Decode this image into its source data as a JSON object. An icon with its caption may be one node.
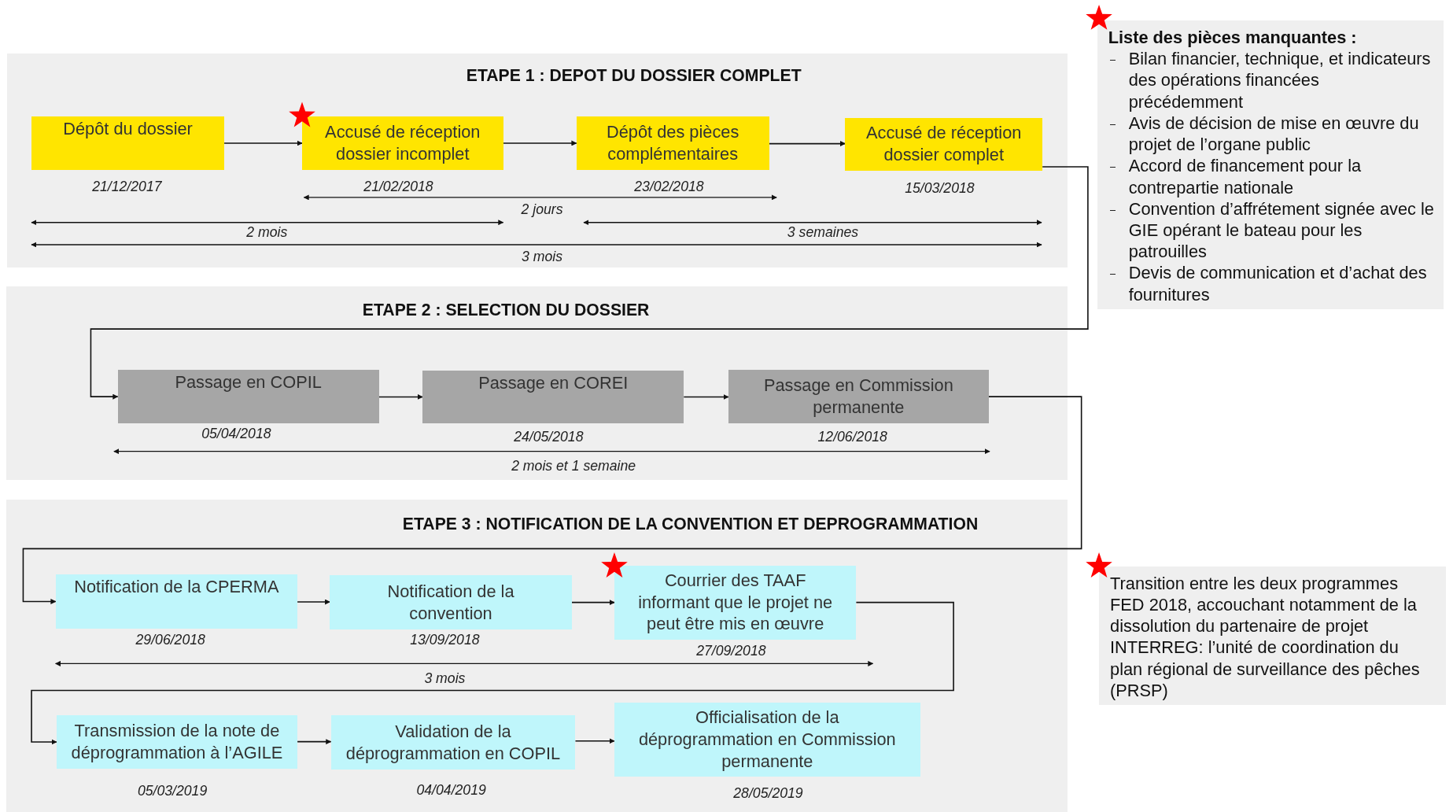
{
  "diagram": {
    "nodes": [
      {
        "text": [
          "ETAPE 1 : DEPOT DU DOSSIER COMPLET"
        ]
      },
      {
        "text": [
          "Dépôt du dossier"
        ],
        "in": 0,
        "beside": [
          "21/12/2017"
        ]
      },
      {
        "text": [
          "Accusé de réception dossier incomplet"
        ],
        "in": 0,
        "beside": [
          "21/02/2018"
        ]
      },
      {
        "text": [
          "Dépôt des pièces complémentaires"
        ],
        "in": 0,
        "beside": [
          "23/02/2018"
        ]
      },
      {
        "text": [
          "Accusé de réception dossier complet"
        ],
        "in": 0,
        "beside": [
          "15/03/2018"
        ]
      },
      {
        "text": [
          "ETAPE 2 : SELECTION DU DOSSIER"
        ]
      },
      {
        "text": [
          "Passage en COPIL"
        ],
        "in": 5,
        "beside": [
          "05/04/2018"
        ]
      },
      {
        "text": [
          "Passage en COREI"
        ],
        "in": 5,
        "beside": [
          "24/05/2018"
        ]
      },
      {
        "text": [
          "Passage en Commission permanente"
        ],
        "in": 5,
        "beside": [
          "12/06/2018"
        ]
      },
      {
        "text": [
          "ETAPE 3 : NOTIFICATION DE LA CONVENTION ET DEPROGRAMMATION"
        ]
      },
      {
        "text": [
          "Notification de la CPERMA"
        ],
        "in": 9,
        "beside": [
          "29/06/2018"
        ]
      },
      {
        "text": [
          "Notification de la convention"
        ],
        "in": 9,
        "beside": [
          "13/09/2018"
        ]
      },
      {
        "text": [
          "Courrier des TAAF informant que le projet ne peut être mis en œuvre"
        ],
        "in": 9,
        "beside": [
          "27/09/2018"
        ]
      },
      {
        "text": [
          "Transmission de la note de déprogrammation à l’AGILE"
        ],
        "in": 9,
        "beside": [
          "05/03/2019"
        ]
      },
      {
        "text": [
          "Validation de la déprogrammation en COPIL"
        ],
        "in": 9,
        "beside": [
          "04/04/2019"
        ]
      },
      {
        "text": [
          "Officialisation de la déprogrammation en Commission permanente"
        ],
        "in": 9,
        "beside": [
          "28/05/2019"
        ]
      },
      {
        "text": [
          "Liste des pièces manquantes :",
          "Bilan financier, technique, et indicateurs des opérations financées précédemment",
          "Avis de décision de mise en œuvre du projet de l’organe public",
          "Accord de financement pour la contrepartie nationale",
          "Convention d’affrétement signée avec le GIE opérant le bateau pour les patrouilles",
          "Devis de communication et d’achat des fournitures"
        ]
      },
      {
        "text": [
          "Transition entre les deux programmes FED 2018, accouchant notamment de la dissolution du partenaire de projet INTERREG: l’unité de coordination du plan régional de surveillance des pêches (PRSP)"
        ]
      }
    ],
    "edges": [
      {
        "from": 1,
        "to": 2,
        "arrow": "to"
      },
      {
        "from": 2,
        "to": 3,
        "arrow": "to"
      },
      {
        "from": 3,
        "to": 4,
        "arrow": "to"
      },
      {
        "from": 4,
        "to": 6,
        "arrow": "to"
      },
      {
        "from": 6,
        "to": 7,
        "arrow": "to"
      },
      {
        "from": 7,
        "to": 8,
        "arrow": "to"
      },
      {
        "from": 8,
        "to": 10,
        "arrow": "to"
      },
      {
        "from": 10,
        "to": 11,
        "arrow": "to"
      },
      {
        "from": 11,
        "to": 12,
        "arrow": "to"
      },
      {
        "from": 12,
        "to": 13,
        "arrow": "to"
      },
      {
        "from": 13,
        "to": 14,
        "arrow": "to"
      },
      {
        "from": 14,
        "to": 15,
        "arrow": "to"
      }
    ],
    "labels": [
      "2 jours",
      "2 mois",
      "3 semaines",
      "3 mois",
      "2 mois et 1 semaine",
      "3 mois"
    ]
  }
}
